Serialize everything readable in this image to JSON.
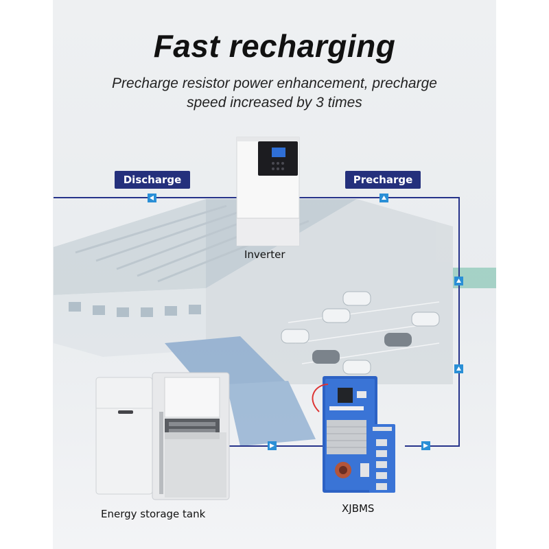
{
  "title": "Fast recharging",
  "subtitle_line1": "Precharge resistor power enhancement, precharge",
  "subtitle_line2": "speed increased by 3 times",
  "tags": {
    "discharge": "Discharge",
    "precharge": "Precharge"
  },
  "labels": {
    "inverter": "Inverter",
    "storage": "Energy storage tank",
    "bms": "XJBMS"
  },
  "colors": {
    "line": "#26338a",
    "tag_bg": "#24307c",
    "arrow_box": "#2a8fd6"
  }
}
